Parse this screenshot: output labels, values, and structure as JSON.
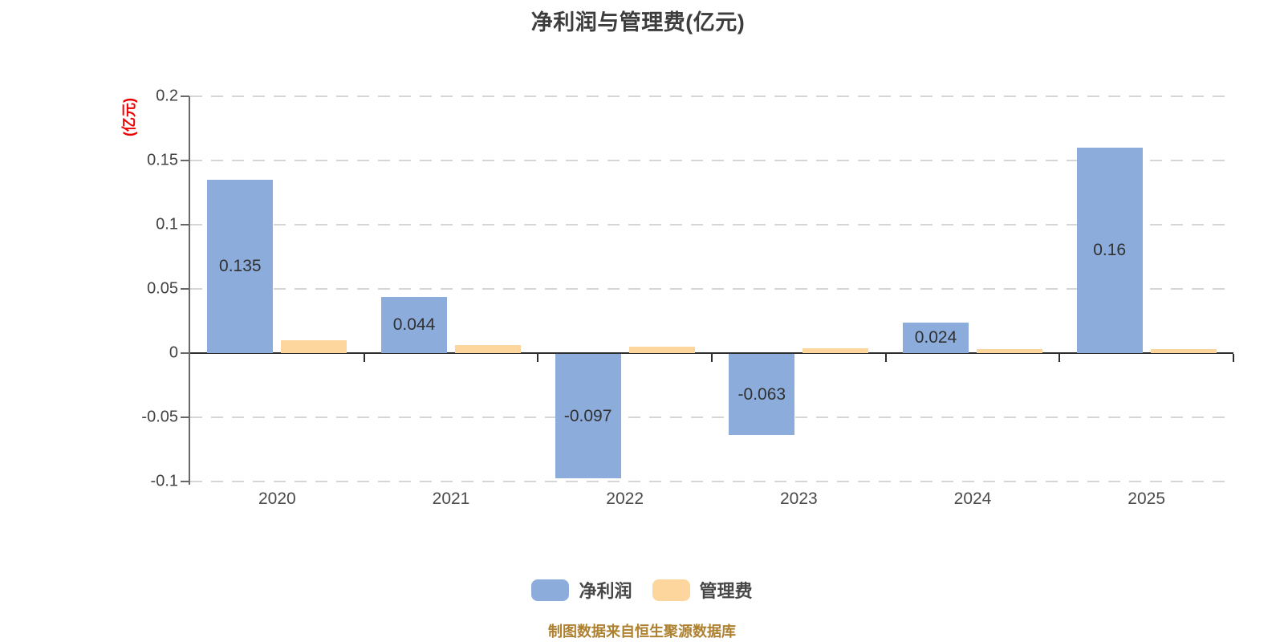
{
  "title": "净利润与管理费(亿元)",
  "source_note": "制图数据来自恒生聚源数据库",
  "colors": {
    "net_profit_bar": "#8caddc",
    "mgmt_fee_bar": "#fcd69c",
    "title_text": "#3d3d3d",
    "axis_unit_text": "#ee0000",
    "source_text": "#ae8130",
    "gridline": "#d6d6d6",
    "zero_line": "#2e2e2e",
    "axis_line": "#686868",
    "tick_label": "#424242",
    "bar_label": "#303030"
  },
  "chart_data": {
    "type": "bar",
    "title": "净利润与管理费(亿元)",
    "categories": [
      "2020",
      "2021",
      "2022",
      "2023",
      "2024",
      "2025"
    ],
    "series": [
      {
        "name": "净利润",
        "color": "#8caddc",
        "values": [
          0.135,
          0.044,
          -0.097,
          -0.063,
          0.024,
          0.16
        ],
        "data_labels": [
          "0.135",
          "0.044",
          "-0.097",
          "-0.063",
          "0.024",
          "0.16"
        ]
      },
      {
        "name": "管理费",
        "color": "#fcd69c",
        "values": [
          0.01,
          0.006,
          0.005,
          0.004,
          0.003,
          0.003
        ],
        "data_labels": []
      }
    ],
    "y_axis": {
      "name": "(亿元)",
      "name_color": "#ee0000",
      "min": -0.1,
      "max": 0.2,
      "ticks": [
        {
          "value": 0.2,
          "label": "0.2"
        },
        {
          "value": 0.15,
          "label": "0.15"
        },
        {
          "value": 0.1,
          "label": "0.1"
        },
        {
          "value": 0.05,
          "label": "0.05"
        },
        {
          "value": 0,
          "label": "0"
        },
        {
          "value": -0.05,
          "label": "-0.05"
        },
        {
          "value": -0.1,
          "label": "-0.1"
        }
      ]
    },
    "grid": {
      "horizontal_lines": true,
      "style": "dashed",
      "legend_position": "bottom"
    }
  }
}
